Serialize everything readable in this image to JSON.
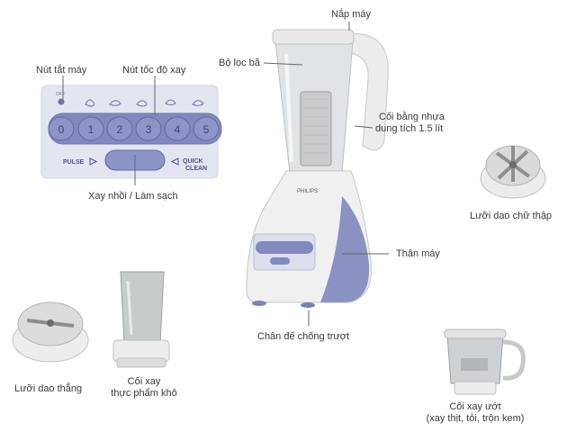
{
  "labels": {
    "power_off_button": "Nút tắt máy",
    "speed_button": "Nút tốc độ xay",
    "lid": "Nắp máy",
    "strainer": "Bộ lọc bã",
    "plastic_jar_line1": "Cối bằng nhựa",
    "plastic_jar_line2": "dung tích 1.5 lít",
    "pulse_clean": "Xay nhồi / Làm sạch",
    "cross_blade": "Lưỡi dao chữ thập",
    "body": "Thân máy",
    "anti_slip_feet": "Chân đế chống trượt",
    "straight_blade": "Lưỡi dao thẳng",
    "dry_mill_line1": "Cối xay",
    "dry_mill_line2": "thực phẩm khô",
    "wet_mill_line1": "Cối xay ướt",
    "wet_mill_line2": "(xay thịt, tỏi, trộn kem)"
  },
  "panel": {
    "off_text": "OFF",
    "buttons": [
      "0",
      "1",
      "2",
      "3",
      "4",
      "5"
    ],
    "pulse_text": "PULSE",
    "quick_text": "QUICK",
    "clean_text": "CLEAN"
  },
  "brand": "PHILIPS",
  "colors": {
    "accent": "#8a92c4",
    "panel_bg": "#e4e6f2",
    "body_white": "#f1f1f1",
    "leader_line": "#666666"
  }
}
